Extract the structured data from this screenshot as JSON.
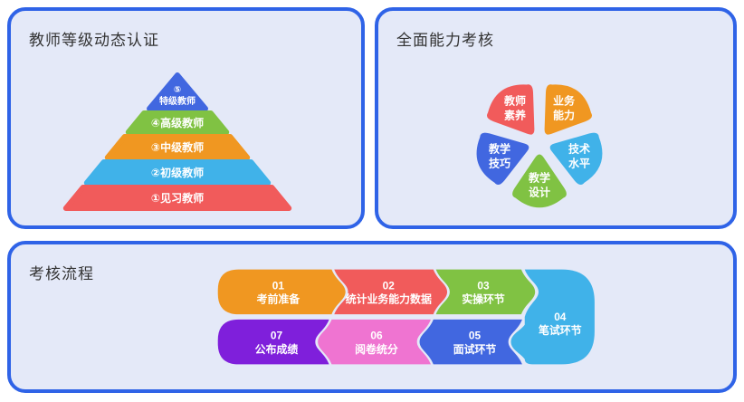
{
  "colors": {
    "panel_border": "#2f63e7",
    "panel_bg": "#e4e9f8",
    "title_text": "#333333",
    "label_text": "#ffffff",
    "orange": "#f09721",
    "red": "#f15b5b",
    "green": "#80c243",
    "sky_blue": "#40b2e9",
    "royal_blue": "#4167e0",
    "pink": "#ef74d1",
    "purple": "#7f1fdb"
  },
  "panels": {
    "certification": {
      "title": "教师等级动态认证",
      "pyramid": [
        {
          "badge": "⑤",
          "label": "特级教师",
          "color": "#4167e0"
        },
        {
          "badge": "④",
          "label": "高级教师",
          "color": "#80c243"
        },
        {
          "badge": "③",
          "label": "中级教师",
          "color": "#f09721"
        },
        {
          "badge": "②",
          "label": "初级教师",
          "color": "#40b2e9"
        },
        {
          "badge": "①",
          "label": "见习教师",
          "color": "#f15b5b"
        }
      ]
    },
    "ability": {
      "title": "全面能力考核",
      "petals": [
        {
          "label": "教师\n素养",
          "color": "#f15b5b"
        },
        {
          "label": "业务\n能力",
          "color": "#f09721"
        },
        {
          "label": "技术\n水平",
          "color": "#40b2e9"
        },
        {
          "label": "教学\n设计",
          "color": "#80c243"
        },
        {
          "label": "教学\n技巧",
          "color": "#4167e0"
        }
      ]
    },
    "process": {
      "title": "考核流程",
      "steps": [
        {
          "num": "01",
          "label": "考前准备",
          "color": "#f09721"
        },
        {
          "num": "02",
          "label": "统计业务能力数据",
          "color": "#f15b5b"
        },
        {
          "num": "03",
          "label": "实操环节",
          "color": "#80c243"
        },
        {
          "num": "04",
          "label": "笔试环节",
          "color": "#40b2e9"
        },
        {
          "num": "05",
          "label": "面试环节",
          "color": "#4167e0"
        },
        {
          "num": "06",
          "label": "阅卷统分",
          "color": "#ef74d1"
        },
        {
          "num": "07",
          "label": "公布成绩",
          "color": "#7f1fdb"
        }
      ]
    }
  }
}
